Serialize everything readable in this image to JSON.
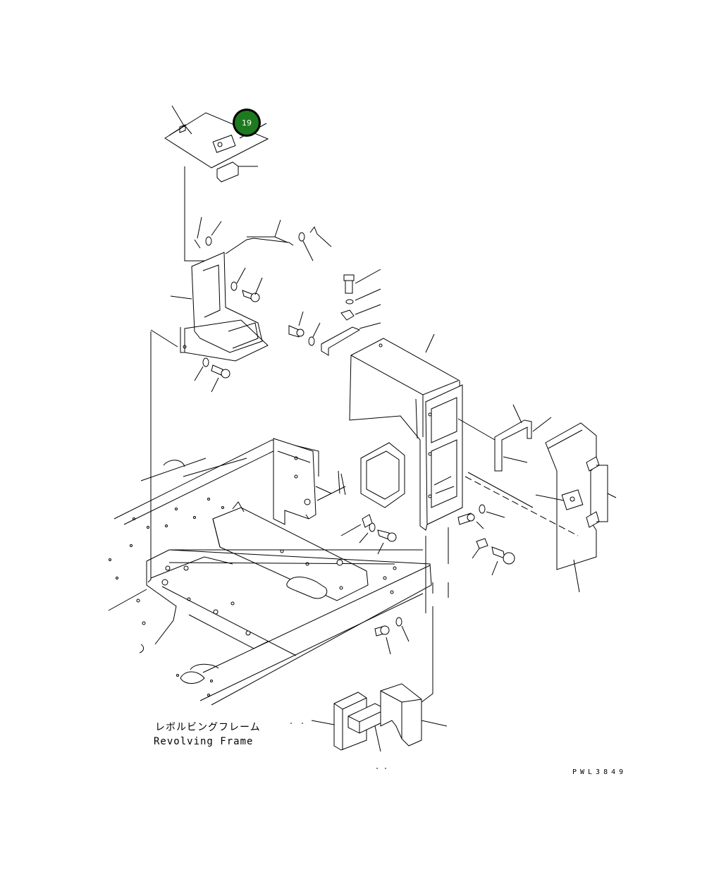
{
  "callout": {
    "number": "19",
    "color": "#1e7a1e"
  },
  "caption": {
    "jp": "レボルビングフレーム",
    "en": "Revolving Frame"
  },
  "drawing_code": "PWL3849"
}
